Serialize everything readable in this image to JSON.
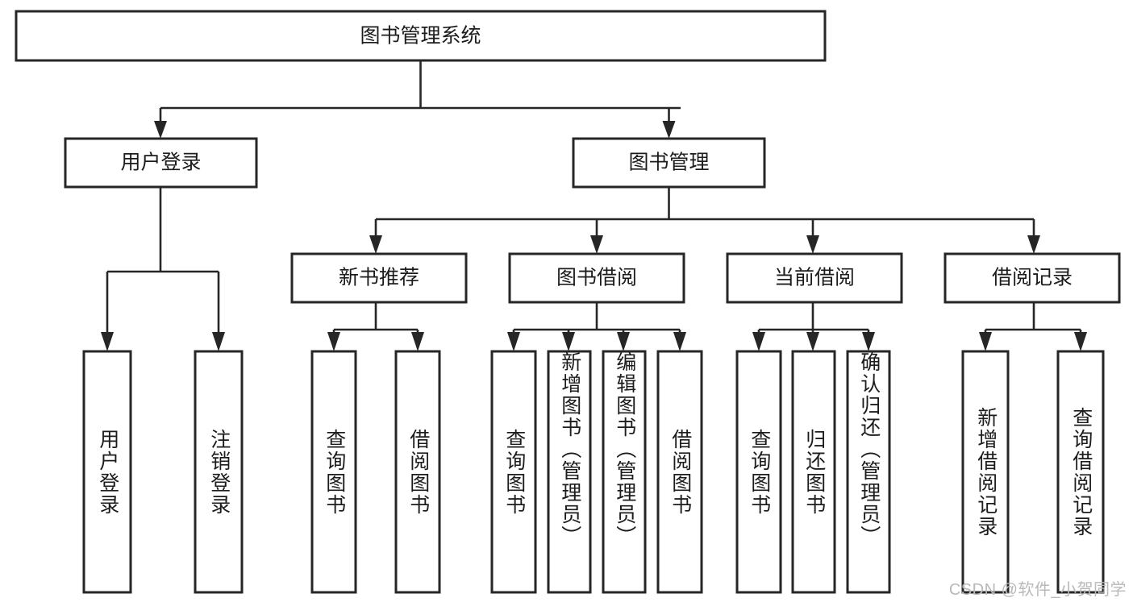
{
  "diagram": {
    "title": "图书管理系统",
    "type": "tree",
    "root": {
      "id": "root",
      "label": "图书管理系统",
      "orientation": "horizontal"
    },
    "level2": [
      {
        "id": "user-login",
        "label": "用户登录",
        "orientation": "horizontal"
      },
      {
        "id": "book-management",
        "label": "图书管理",
        "orientation": "horizontal"
      }
    ],
    "level3": [
      {
        "id": "new-book-recommend",
        "label": "新书推荐",
        "orientation": "horizontal",
        "parent": "book-management"
      },
      {
        "id": "book-borrow",
        "label": "图书借阅",
        "orientation": "horizontal",
        "parent": "book-management"
      },
      {
        "id": "current-borrow",
        "label": "当前借阅",
        "orientation": "horizontal",
        "parent": "book-management"
      },
      {
        "id": "borrow-record",
        "label": "借阅记录",
        "orientation": "horizontal",
        "parent": "book-management"
      }
    ],
    "leaves": [
      {
        "id": "leaf-user-login",
        "label": "用户登录",
        "orientation": "vertical",
        "parent": "user-login"
      },
      {
        "id": "leaf-user-logout",
        "label": "注销登录",
        "orientation": "vertical",
        "parent": "user-login"
      },
      {
        "id": "leaf-query-book-1",
        "label": "查询图书",
        "orientation": "vertical",
        "parent": "new-book-recommend"
      },
      {
        "id": "leaf-borrow-book-1",
        "label": "借阅图书",
        "orientation": "vertical",
        "parent": "new-book-recommend"
      },
      {
        "id": "leaf-query-book-2",
        "label": "查询图书",
        "orientation": "vertical",
        "parent": "book-borrow"
      },
      {
        "id": "leaf-add-book",
        "label": "新增图书（管理员）",
        "orientation": "vertical",
        "parent": "book-borrow"
      },
      {
        "id": "leaf-edit-book",
        "label": "编辑图书（管理员）",
        "orientation": "vertical",
        "parent": "book-borrow"
      },
      {
        "id": "leaf-borrow-book-2",
        "label": "借阅图书",
        "orientation": "vertical",
        "parent": "book-borrow"
      },
      {
        "id": "leaf-query-book-3",
        "label": "查询图书",
        "orientation": "vertical",
        "parent": "current-borrow"
      },
      {
        "id": "leaf-return-book",
        "label": "归还图书",
        "orientation": "vertical",
        "parent": "current-borrow"
      },
      {
        "id": "leaf-confirm-return",
        "label": "确认归还（管理员）",
        "orientation": "vertical",
        "parent": "current-borrow"
      },
      {
        "id": "leaf-add-record",
        "label": "新增借阅记录",
        "orientation": "vertical",
        "parent": "borrow-record"
      },
      {
        "id": "leaf-query-record",
        "label": "查询借阅记录",
        "orientation": "vertical",
        "parent": "borrow-record"
      }
    ],
    "colors": {
      "stroke": "#262626",
      "fill": "#ffffff",
      "text": "#1c1c1c",
      "watermark": "#b9b9b9",
      "background": "#ffffff"
    }
  },
  "watermark": {
    "text": "CSDN @软件_小贺同学"
  }
}
